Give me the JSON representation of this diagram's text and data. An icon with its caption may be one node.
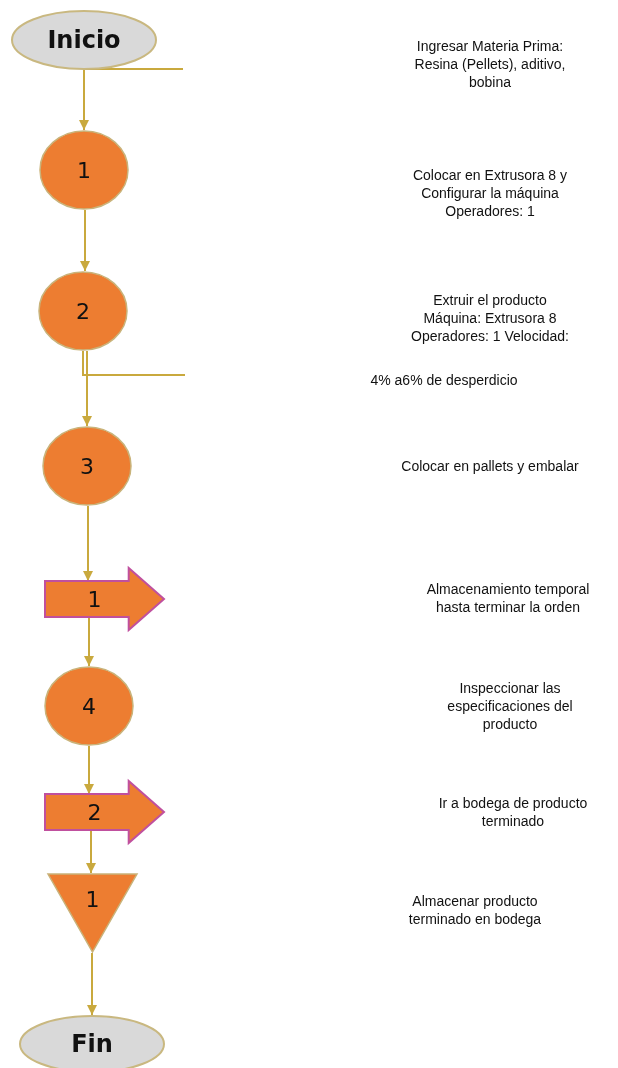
{
  "diagram": {
    "nodes": [
      {
        "text": [
          "Inicio"
        ]
      },
      {
        "text": [
          "1"
        ]
      },
      {
        "text": [
          "2"
        ]
      },
      {
        "text": [
          "3"
        ]
      },
      {
        "text": [
          "1"
        ]
      },
      {
        "text": [
          "4"
        ]
      },
      {
        "text": [
          "2"
        ]
      },
      {
        "text": [
          "1"
        ]
      },
      {
        "text": [
          "Fin"
        ]
      }
    ],
    "edges": [
      {
        "from": 0,
        "to": 1,
        "arrow": "to"
      },
      {
        "from": 1,
        "to": 2,
        "arrow": "to"
      },
      {
        "from": 2,
        "to": 3,
        "arrow": "to"
      },
      {
        "from": 3,
        "to": 4,
        "arrow": "to"
      },
      {
        "from": 4,
        "to": 5,
        "arrow": "to"
      },
      {
        "from": 5,
        "to": 6,
        "arrow": "to"
      },
      {
        "from": 6,
        "to": 7,
        "arrow": "to"
      },
      {
        "from": 7,
        "to": 8,
        "arrow": "to"
      },
      {
        "from": 0,
        "to": null,
        "arrow": "none"
      },
      {
        "from": 2,
        "to": null,
        "arrow": "none"
      }
    ],
    "labels": [
      "Ingresar Materia Prima: Resina (Pellets), aditivo, bobina",
      "Colocar en Extrusora 8 y Configurar la máquina Operadores: 1",
      "Extruir el producto Máquina: Extrusora 8 Operadores: 1 Velocidad:",
      "4% a6% de desperdicio",
      "Colocar en pallets y embalar",
      "Almacenamiento temporal hasta terminar la orden",
      "Inspeccionar las especificaciones del producto",
      "Ir a bodega de producto terminado",
      "Almacenar producto terminado en bodega"
    ]
  }
}
